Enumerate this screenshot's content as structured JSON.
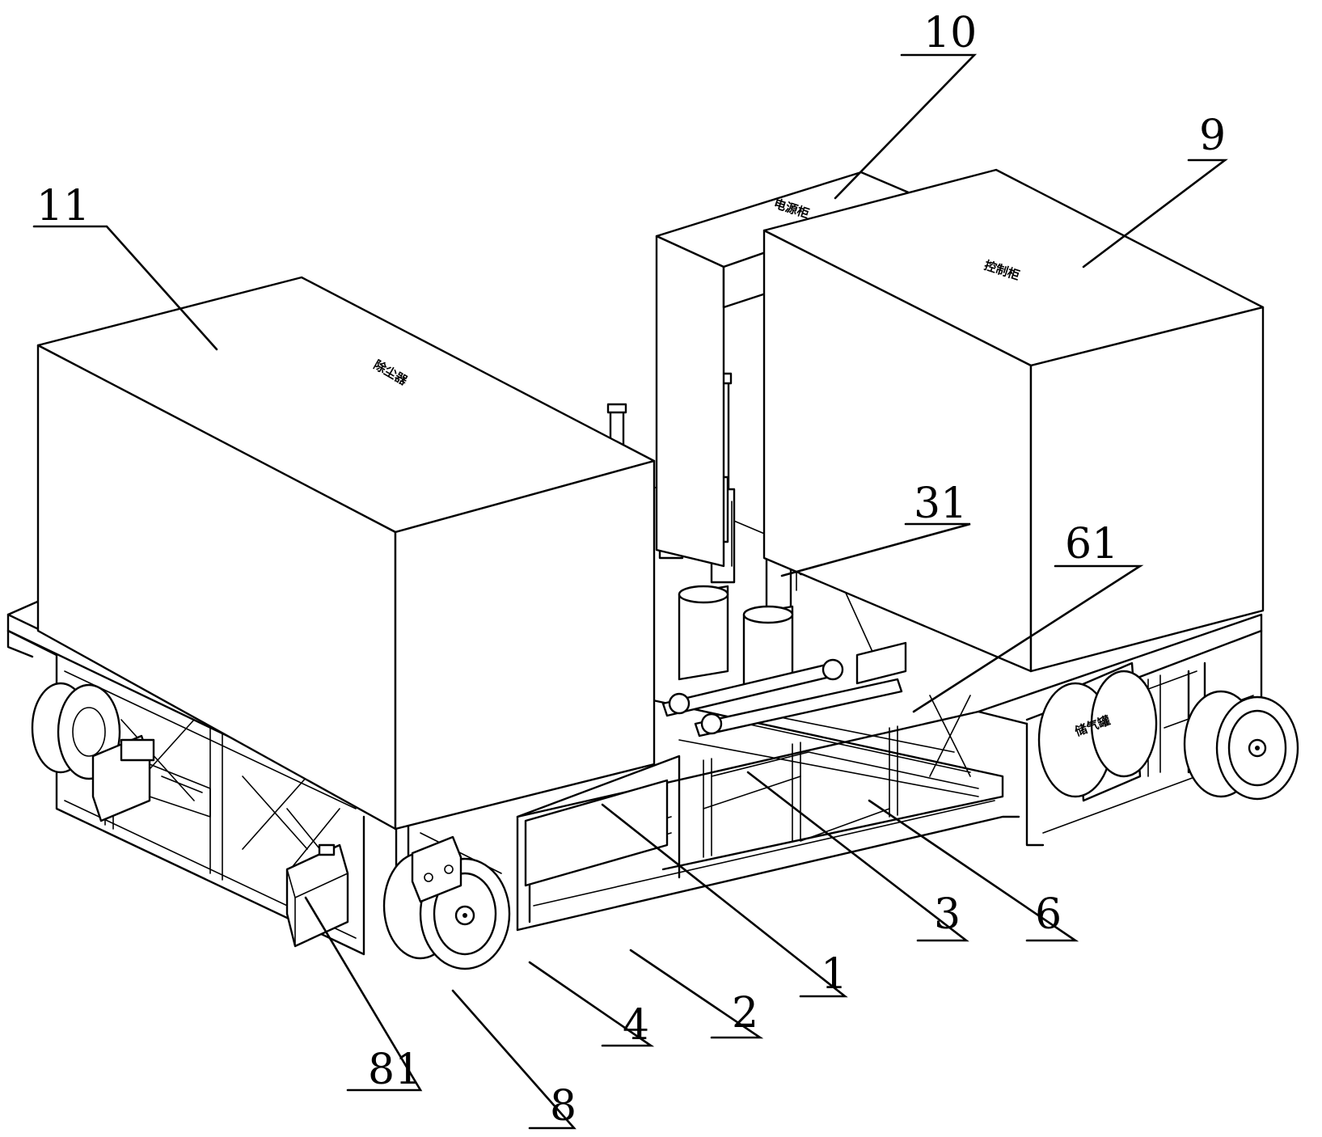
{
  "figure": {
    "callouts": [
      {
        "id": "c11",
        "label": "11"
      },
      {
        "id": "c10",
        "label": "10"
      },
      {
        "id": "c9",
        "label": "9"
      },
      {
        "id": "c31",
        "label": "31"
      },
      {
        "id": "c61",
        "label": "61"
      },
      {
        "id": "c3",
        "label": "3"
      },
      {
        "id": "c6",
        "label": "6"
      },
      {
        "id": "c1",
        "label": "1"
      },
      {
        "id": "c2",
        "label": "2"
      },
      {
        "id": "c4",
        "label": "4"
      },
      {
        "id": "c81",
        "label": "81"
      },
      {
        "id": "c8",
        "label": "8"
      }
    ],
    "box_markings": {
      "box11": "除尘器",
      "box9": "控制柜",
      "box10": "电源柜",
      "tank": "储气罐"
    }
  }
}
